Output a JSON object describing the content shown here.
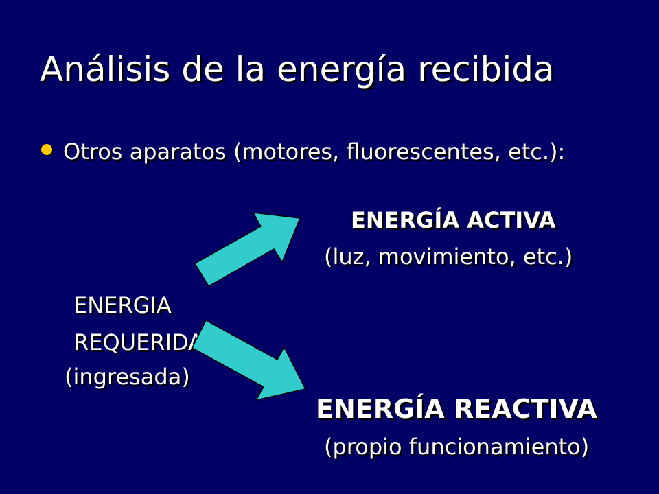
{
  "slide": {
    "title": "Análisis de la energía recibida",
    "bullet": "Otros aparatos (motores, fluorescentes, etc.):",
    "active": {
      "title": "ENERGÍA ACTIVA",
      "subtitle": "(luz, movimiento, etc.)"
    },
    "required": {
      "line1": "ENERGIA",
      "line2": "REQUERIDA",
      "line3": "(ingresada)"
    },
    "reactive": {
      "title": "ENERGÍA REACTIVA",
      "subtitle": "(propio funcionamiento)"
    }
  },
  "colors": {
    "background": "#000066",
    "text": "#ffffff",
    "bullet": "#ffcc00",
    "arrow": "#33cccc"
  },
  "icons": {
    "bullet": "bullet-dot-icon",
    "arrow_up": "arrow-up-right-icon",
    "arrow_down": "arrow-down-right-icon"
  }
}
